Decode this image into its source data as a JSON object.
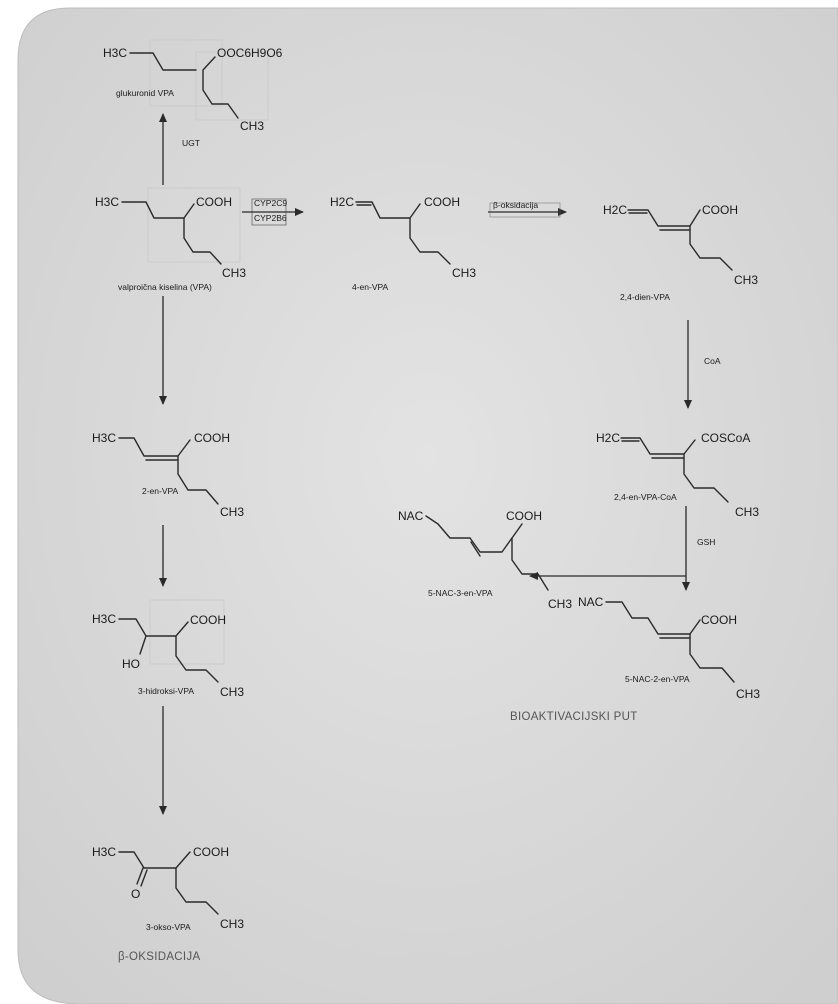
{
  "colors": {
    "panel": "#d9d9d9",
    "ink": "#1a1a1a",
    "section": "#555555"
  },
  "compounds": {
    "glucuronide": {
      "h3c": "H3C",
      "ooc": "OOC6H9O6",
      "ch3": "CH3",
      "name": "glukuronid VPA"
    },
    "vpa": {
      "h3c": "H3C",
      "cooh": "COOH",
      "ch3": "CH3",
      "name": "valproična kiselina (VPA)"
    },
    "en4": {
      "h2c": "H2C",
      "cooh": "COOH",
      "ch3": "CH3",
      "name": "4-en-VPA"
    },
    "dien24": {
      "h2c": "H2C",
      "cooh": "COOH",
      "ch3": "CH3",
      "name": "2,4-dien-VPA"
    },
    "en2": {
      "h3c": "H3C",
      "cooh": "COOH",
      "ch3": "CH3",
      "name": "2-en-VPA"
    },
    "hydroxy3": {
      "h3c": "H3C",
      "cooh": "COOH",
      "ho": "HO",
      "ch3": "CH3",
      "name": "3-hidroksi-VPA"
    },
    "oxo3": {
      "h3c": "H3C",
      "cooh": "COOH",
      "o": "O",
      "ch3": "CH3",
      "name": "3-okso-VPA"
    },
    "coa24": {
      "h2c": "H2C",
      "coscoa": "COSCoA",
      "ch3": "CH3",
      "name": "2,4-en-VPA-CoA"
    },
    "nac3": {
      "nac": "NAC",
      "cooh": "COOH",
      "ch3": "CH3",
      "name": "5-NAC-3-en-VPA"
    },
    "nac2": {
      "nac": "NAC",
      "cooh": "COOH",
      "ch3": "CH3",
      "name": "5-NAC-2-en-VPA"
    }
  },
  "enzymes": {
    "ugt": "UGT",
    "cyp2c9": "CYP2C9",
    "cyp2b6": "CYP2B6",
    "beta_ox": "β-oksidacija",
    "coa": "CoA",
    "gsh": "GSH"
  },
  "sections": {
    "bioactivation": "BIOAKTIVACIJSKI PUT",
    "beta_oxidation": "β-OKSIDACIJA"
  }
}
